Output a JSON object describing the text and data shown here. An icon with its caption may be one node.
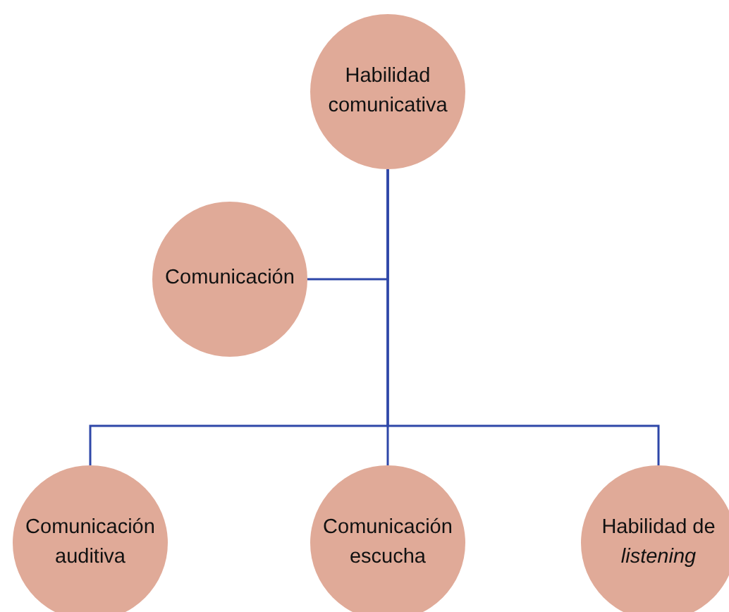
{
  "diagram": {
    "nodes": [
      {
        "text": [
          "Habilidad comunicativa"
        ]
      },
      {
        "text": [
          "Comunicación"
        ]
      },
      {
        "text": [
          "Comunicación auditiva"
        ]
      },
      {
        "text": [
          "Comunicación escucha"
        ]
      },
      {
        "text": [
          "Habilidad de *listening*"
        ]
      }
    ],
    "edges": [
      {
        "from": 0,
        "to": 1,
        "arrow": "none"
      },
      {
        "from": 0,
        "to": 2,
        "arrow": "none"
      },
      {
        "from": 0,
        "to": 3,
        "arrow": "none"
      },
      {
        "from": 0,
        "to": 4,
        "arrow": "none"
      }
    ]
  }
}
